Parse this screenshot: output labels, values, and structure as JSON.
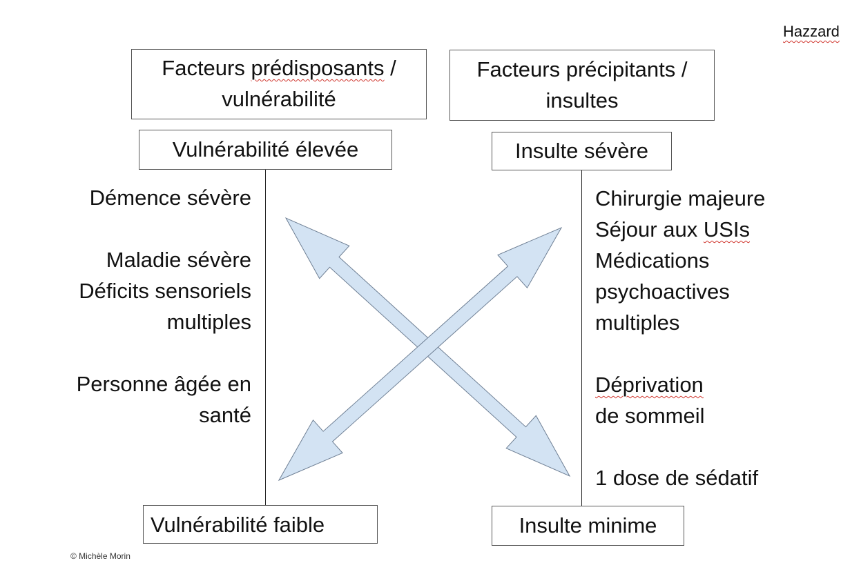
{
  "corner_label": "Hazzard",
  "credit": "© Michèle Morin",
  "headers": {
    "predisposing": [
      "Facteurs prédisposants /",
      "vulnérabilité"
    ],
    "precipitating": [
      "Facteurs précipitants /",
      "insultes"
    ]
  },
  "scale_labels": {
    "vulnerability_high": "Vulnérabilité élevée",
    "vulnerability_low": "Vulnérabilité faible",
    "insult_severe": "Insulte sévère",
    "insult_minimal": "Insulte minime"
  },
  "vulnerability_items": [
    "Démence sévère",
    "",
    "Maladie sévère",
    "Déficits sensoriels",
    "multiples",
    "",
    "Personne âgée en",
    "santé"
  ],
  "insult_items": [
    "Chirurgie majeure",
    "Séjour aux USIs",
    "Médications",
    "psychoactives",
    "multiples",
    "",
    "Déprivation",
    "de sommeil",
    "",
    "1 dose de sédatif"
  ],
  "colors": {
    "arrow_fill": "#d3e3f3",
    "arrow_stroke": "#6e7f94",
    "spellcheck_underline": "#d0342c"
  }
}
